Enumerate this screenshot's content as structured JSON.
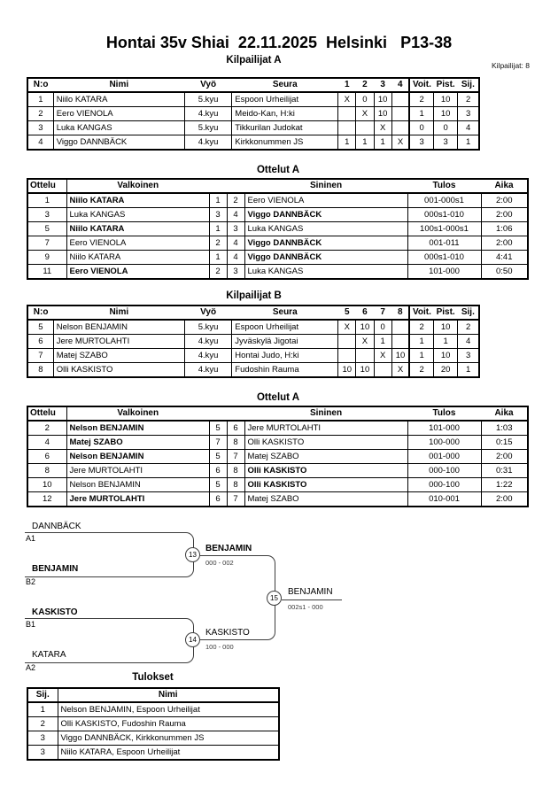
{
  "page": {
    "title": "Hontai 35v Shiai  22.11.2025  Helsinki   P13-38",
    "competitors_count": "Kilpailijat: 8"
  },
  "pool_a": {
    "title": "Kilpailijat A",
    "headers": {
      "no": "N:o",
      "name": "Nimi",
      "belt": "Vyö",
      "club": "Seura",
      "m1": "1",
      "m2": "2",
      "m3": "3",
      "m4": "4",
      "wins": "Voit.",
      "points": "Pist.",
      "place": "Sij."
    },
    "rows": [
      {
        "no": "1",
        "name": "Niilo KATARA",
        "belt": "5.kyu",
        "club": "Espoon Urheilijat",
        "c1": "X",
        "c2": "0",
        "c3": "10",
        "c4": "",
        "wins": "2",
        "points": "10",
        "place": "2"
      },
      {
        "no": "2",
        "name": "Eero VIENOLA",
        "belt": "4.kyu",
        "club": "Meido-Kan, H:ki",
        "c1": "",
        "c2": "X",
        "c3": "10",
        "c4": "",
        "wins": "1",
        "points": "10",
        "place": "3"
      },
      {
        "no": "3",
        "name": "Luka KANGAS",
        "belt": "5.kyu",
        "club": "Tikkurilan Judokat",
        "c1": "",
        "c2": "",
        "c3": "X",
        "c4": "",
        "wins": "0",
        "points": "0",
        "place": "4"
      },
      {
        "no": "4",
        "name": "Viggo DANNBÄCK",
        "belt": "4.kyu",
        "club": "Kirkkonummen JS",
        "c1": "1",
        "c2": "1",
        "c3": "1",
        "c4": "X",
        "wins": "3",
        "points": "3",
        "place": "1"
      }
    ]
  },
  "matches_a": {
    "title": "Ottelut A",
    "headers": {
      "match": "Ottelu",
      "white": "Valkoinen",
      "blue": "Sininen",
      "result": "Tulos",
      "time": "Aika"
    },
    "rows": [
      {
        "no": "1",
        "white": "Niilo KATARA",
        "white_bold": true,
        "wn": "1",
        "bn": "2",
        "blue": "Eero VIENOLA",
        "blue_bold": false,
        "result": "001-000s1",
        "time": "2:00"
      },
      {
        "no": "3",
        "white": "Luka KANGAS",
        "white_bold": false,
        "wn": "3",
        "bn": "4",
        "blue": "Viggo DANNBÄCK",
        "blue_bold": true,
        "result": "000s1-010",
        "time": "2:00"
      },
      {
        "no": "5",
        "white": "Niilo KATARA",
        "white_bold": true,
        "wn": "1",
        "bn": "3",
        "blue": "Luka KANGAS",
        "blue_bold": false,
        "result": "100s1-000s1",
        "time": "1:06"
      },
      {
        "no": "7",
        "white": "Eero VIENOLA",
        "white_bold": false,
        "wn": "2",
        "bn": "4",
        "blue": "Viggo DANNBÄCK",
        "blue_bold": true,
        "result": "001-011",
        "time": "2:00"
      },
      {
        "no": "9",
        "white": "Niilo KATARA",
        "white_bold": false,
        "wn": "1",
        "bn": "4",
        "blue": "Viggo DANNBÄCK",
        "blue_bold": true,
        "result": "000s1-010",
        "time": "4:41"
      },
      {
        "no": "11",
        "white": "Eero VIENOLA",
        "white_bold": true,
        "wn": "2",
        "bn": "3",
        "blue": "Luka KANGAS",
        "blue_bold": false,
        "result": "101-000",
        "time": "0:50"
      }
    ]
  },
  "pool_b": {
    "title": "Kilpailijat B",
    "headers": {
      "no": "N:o",
      "name": "Nimi",
      "belt": "Vyö",
      "club": "Seura",
      "m1": "5",
      "m2": "6",
      "m3": "7",
      "m4": "8",
      "wins": "Voit.",
      "points": "Pist.",
      "place": "Sij."
    },
    "rows": [
      {
        "no": "5",
        "name": "Nelson BENJAMIN",
        "belt": "5.kyu",
        "club": "Espoon Urheilijat",
        "c1": "X",
        "c2": "10",
        "c3": "0",
        "c4": "",
        "wins": "2",
        "points": "10",
        "place": "2"
      },
      {
        "no": "6",
        "name": "Jere MURTOLAHTI",
        "belt": "4.kyu",
        "club": "Jyväskylä Jigotai",
        "c1": "",
        "c2": "X",
        "c3": "1",
        "c4": "",
        "wins": "1",
        "points": "1",
        "place": "4"
      },
      {
        "no": "7",
        "name": "Matej SZABO",
        "belt": "4.kyu",
        "club": "Hontai Judo, H:ki",
        "c1": "",
        "c2": "",
        "c3": "X",
        "c4": "10",
        "wins": "1",
        "points": "10",
        "place": "3"
      },
      {
        "no": "8",
        "name": "Olli KASKISTO",
        "belt": "4.kyu",
        "club": "Fudoshin Rauma",
        "c1": "10",
        "c2": "10",
        "c3": "",
        "c4": "X",
        "wins": "2",
        "points": "20",
        "place": "1"
      }
    ]
  },
  "matches_b": {
    "title": "Ottelut A",
    "headers": {
      "match": "Ottelu",
      "white": "Valkoinen",
      "blue": "Sininen",
      "result": "Tulos",
      "time": "Aika"
    },
    "rows": [
      {
        "no": "2",
        "white": "Nelson BENJAMIN",
        "white_bold": true,
        "wn": "5",
        "bn": "6",
        "blue": "Jere MURTOLAHTI",
        "blue_bold": false,
        "result": "101-000",
        "time": "1:03"
      },
      {
        "no": "4",
        "white": "Matej SZABO",
        "white_bold": true,
        "wn": "7",
        "bn": "8",
        "blue": "Olli KASKISTO",
        "blue_bold": false,
        "result": "100-000",
        "time": "0:15"
      },
      {
        "no": "6",
        "white": "Nelson BENJAMIN",
        "white_bold": true,
        "wn": "5",
        "bn": "7",
        "blue": "Matej SZABO",
        "blue_bold": false,
        "result": "001-000",
        "time": "2:00"
      },
      {
        "no": "8",
        "white": "Jere MURTOLAHTI",
        "white_bold": false,
        "wn": "6",
        "bn": "8",
        "blue": "Olli KASKISTO",
        "blue_bold": true,
        "result": "000-100",
        "time": "0:31"
      },
      {
        "no": "10",
        "white": "Nelson BENJAMIN",
        "white_bold": false,
        "wn": "5",
        "bn": "8",
        "blue": "Olli KASKISTO",
        "blue_bold": true,
        "result": "000-100",
        "time": "1:22"
      },
      {
        "no": "12",
        "white": "Jere MURTOLAHTI",
        "white_bold": true,
        "wn": "6",
        "bn": "7",
        "blue": "Matej SZABO",
        "blue_bold": false,
        "result": "010-001",
        "time": "2:00"
      }
    ]
  },
  "bracket": {
    "entries": [
      {
        "name": "DANNBÄCK",
        "seed": "A1",
        "bold": false
      },
      {
        "name": "BENJAMIN",
        "seed": "B2",
        "bold": true
      },
      {
        "name": "KASKISTO",
        "seed": "B1",
        "bold": true
      },
      {
        "name": "KATARA",
        "seed": "A2",
        "bold": false
      }
    ],
    "matches": [
      {
        "number": "13",
        "winner": "BENJAMIN",
        "score": "000 - 002",
        "bold": true
      },
      {
        "number": "14",
        "winner": "KASKISTO",
        "score": "100 - 000",
        "bold": false
      },
      {
        "number": "15",
        "winner": "BENJAMIN",
        "score": "002s1 - 000",
        "bold": false
      }
    ]
  },
  "results": {
    "title": "Tulokset",
    "headers": {
      "place": "Sij.",
      "name": "Nimi"
    },
    "rows": [
      {
        "place": "1",
        "name": "Nelson BENJAMIN, Espoon Urheilijat"
      },
      {
        "place": "2",
        "name": "Olli KASKISTO, Fudoshin Rauma"
      },
      {
        "place": "3",
        "name": "Viggo DANNBÄCK, Kirkkonummen JS"
      },
      {
        "place": "3",
        "name": "Niilo KATARA, Espoon Urheilijat"
      }
    ]
  }
}
